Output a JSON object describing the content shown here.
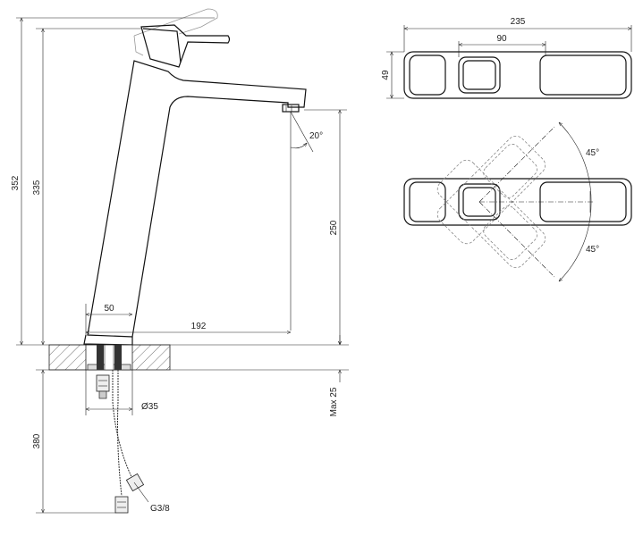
{
  "side_view": {
    "dims": {
      "total_height": "352",
      "body_height": "335",
      "spout_clearance": "250",
      "spout_reach": "192",
      "base_offset": "50",
      "spout_angle": "20°",
      "hose_length": "380",
      "mount_hole": "Ø35",
      "max_deck": "Max 25",
      "connection": "G3/8"
    }
  },
  "top_view": {
    "dims": {
      "length": "235",
      "handle_width": "90",
      "depth": "49"
    }
  },
  "rotation_view": {
    "dims": {
      "angle_upper": "45°",
      "angle_lower": "45°"
    }
  }
}
